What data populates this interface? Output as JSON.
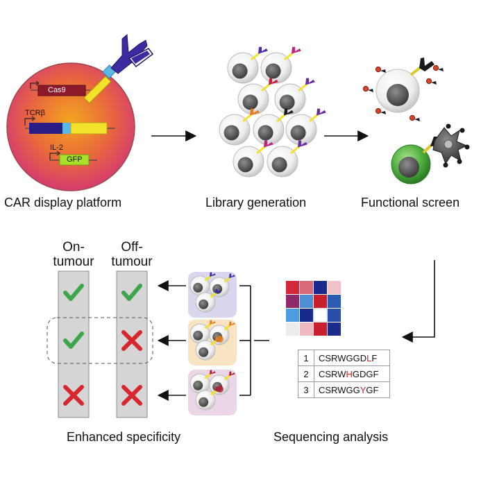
{
  "stages": {
    "display": "CAR display platform",
    "library": "Library generation",
    "screen": "Functional screen",
    "sequencing": "Sequencing analysis",
    "specificity": "Enhanced specificity"
  },
  "constructs": {
    "cas9": "Cas9",
    "tcr": "TCRβ",
    "il2": "IL-2",
    "gfp": "GFP"
  },
  "columns": {
    "on_line1": "On-",
    "on_line2": "tumour",
    "off_line1": "Off-",
    "off_line2": "tumour"
  },
  "outcomes": [
    {
      "on": "check",
      "off": "check"
    },
    {
      "on": "check",
      "off": "cross"
    },
    {
      "on": "cross",
      "off": "cross"
    }
  ],
  "heatmap": [
    [
      "#d1283b",
      "#d96a79",
      "#1a2a8c",
      "#f1c2c8"
    ],
    [
      "#8f2a6a",
      "#4f8fd6",
      "#c9202e",
      "#2c5bb4"
    ],
    [
      "#4f9be0",
      "#1a2a8c",
      "#ffffff",
      "#2a4fa8"
    ],
    [
      "#ececec",
      "#f0b9c2",
      "#c8202d",
      "#1c2b8e"
    ]
  ],
  "sequences": [
    {
      "num": "1",
      "pre": "CSRWGGD",
      "mut": "L",
      "post": "F"
    },
    {
      "num": "2",
      "pre": "CSRW",
      "mut": "H",
      "post": "GDGF"
    },
    {
      "num": "3",
      "pre": "CSRWGG",
      "mut": "Y",
      "post": "GF"
    }
  ],
  "colors": {
    "check": "#3fa54a",
    "cross": "#d8262e",
    "column_bg": "#d5d5d5",
    "cell_halo": "#e9e9e9",
    "nucleus": "#5a5a5a",
    "car_purple": "#3b2aa0",
    "car_yellow": "#f3e22a",
    "car_cyan": "#5bb8e6",
    "target_red": "#d8412a",
    "target_black": "#1a1a1a",
    "green_cell": "#4fae3c",
    "grey_cell": "#505050",
    "cluster_purple": "#d9d6ee",
    "cluster_orange": "#f8e3c3",
    "cluster_pink": "#ead6e6"
  }
}
